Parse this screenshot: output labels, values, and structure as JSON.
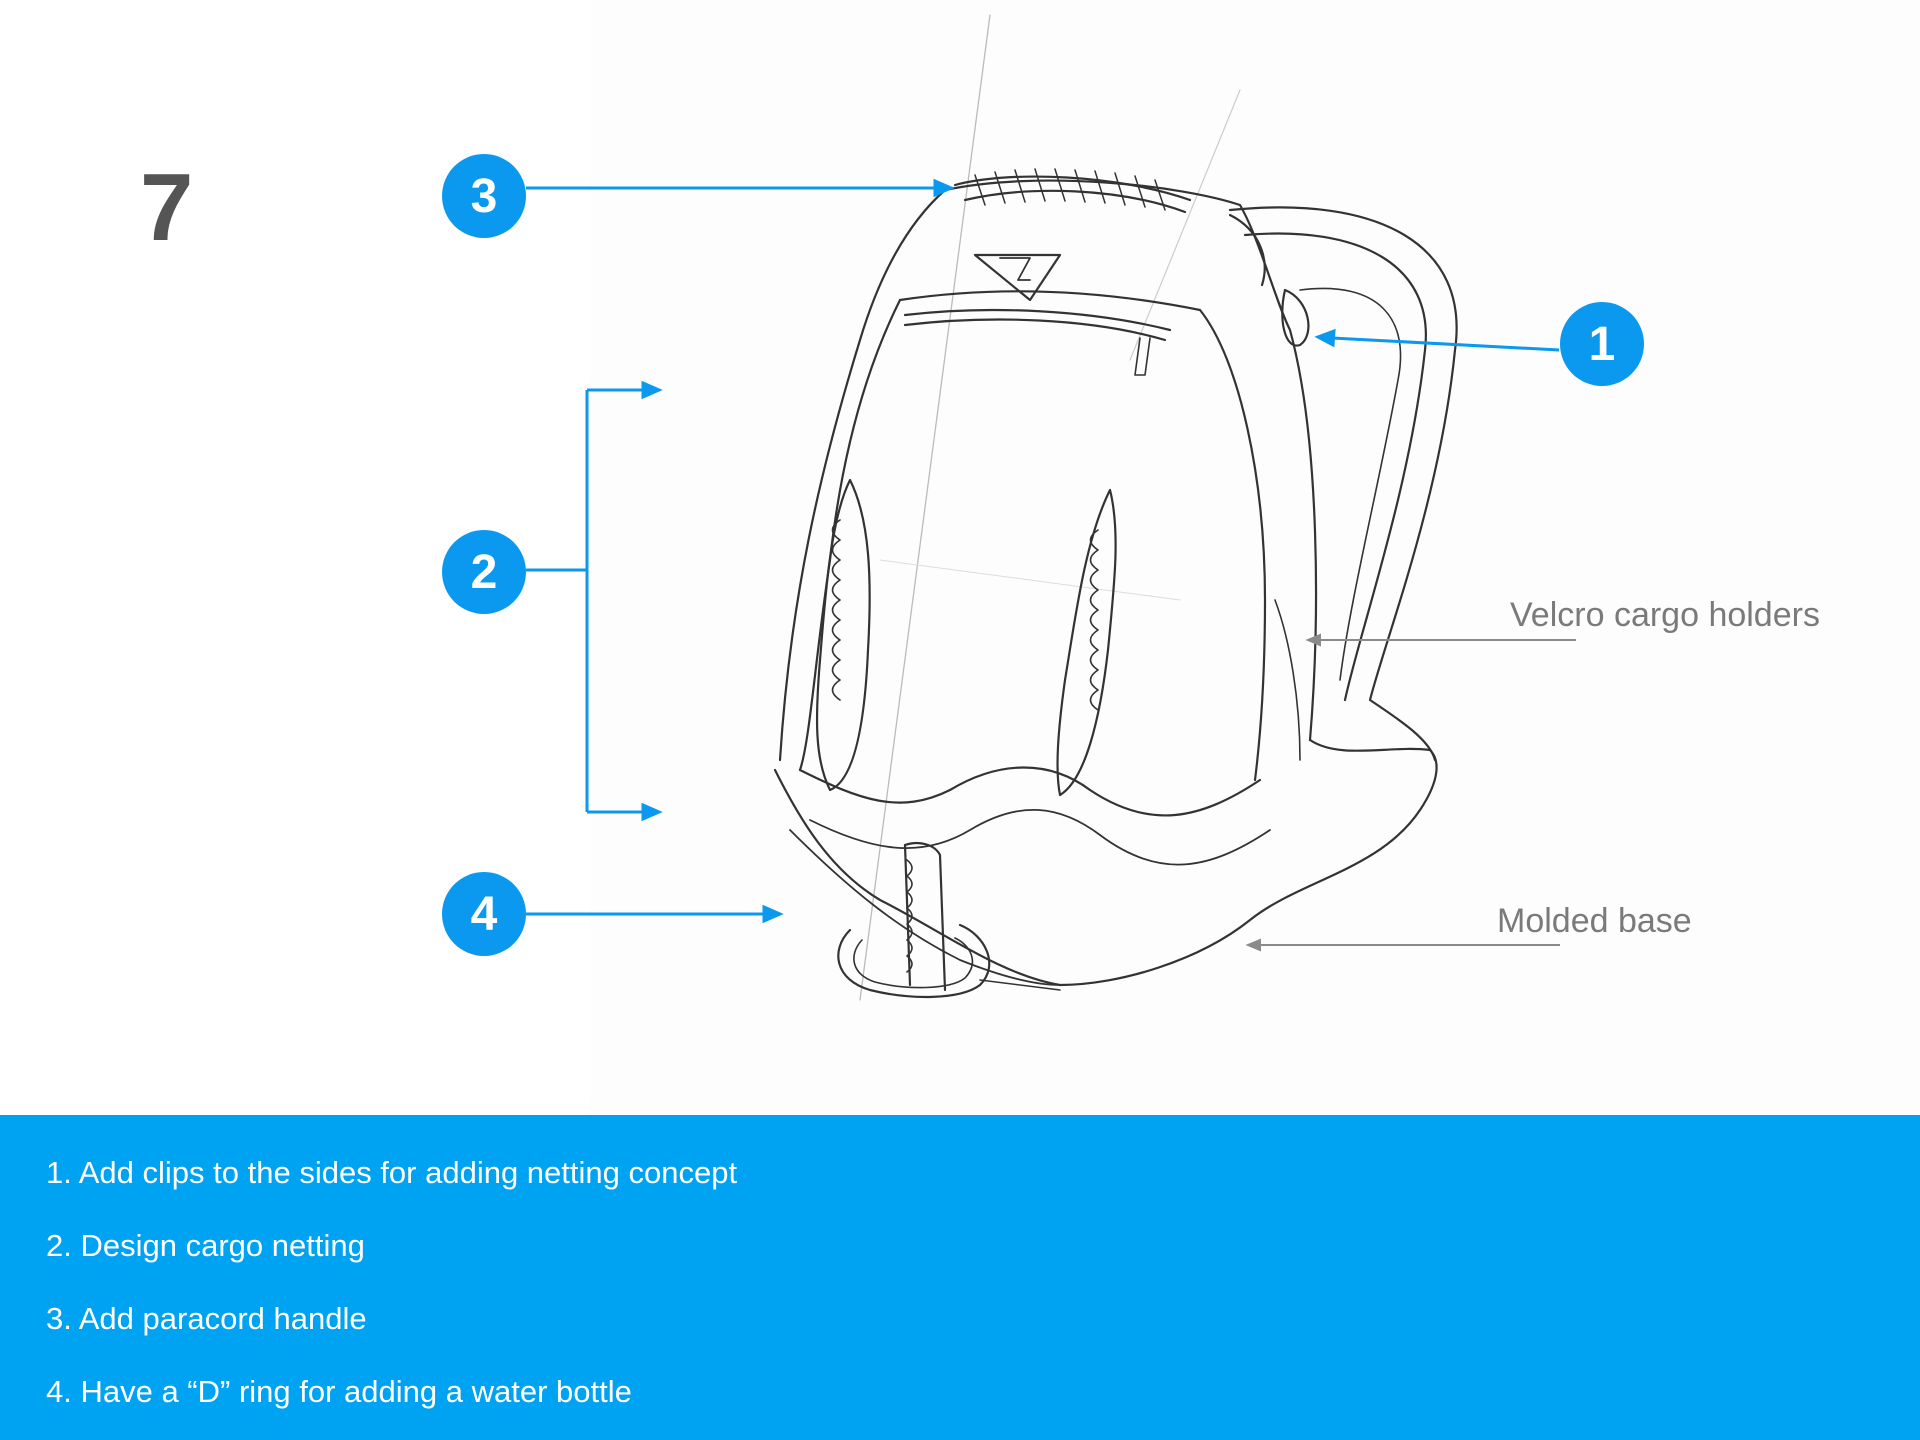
{
  "page": {
    "number": "7"
  },
  "markers": [
    {
      "id": "1",
      "label": "1"
    },
    {
      "id": "2",
      "label": "2"
    },
    {
      "id": "3",
      "label": "3"
    },
    {
      "id": "4",
      "label": "4"
    }
  ],
  "callouts": {
    "velcro": "Velcro cargo holders",
    "base": "Molded base"
  },
  "notes": [
    "1. Add clips to the sides for adding netting concept",
    "2. Design cargo netting",
    "3. Add paracord handle",
    "4. Have a “D” ring for adding a water bottle"
  ],
  "colors": {
    "accent": "#0a99ef",
    "panel": "#00a2f2",
    "sketch": "#333333",
    "callout": "#7a7a7a",
    "page_number": "#555555"
  },
  "icons": {
    "sketch": "backpack-sketch"
  }
}
